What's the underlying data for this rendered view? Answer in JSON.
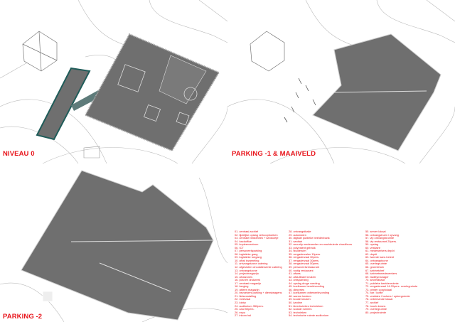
{
  "panels": [
    {
      "title": "NIVEAU 0"
    },
    {
      "title": "PARKING -1 & MAAIVELD"
    },
    {
      "title": "PARKING -2"
    }
  ],
  "colors": {
    "label": "#e8141b",
    "floor": "#6f6f6f",
    "line": "#b5b5b5",
    "wing": "#1f5c59"
  },
  "legend": {
    "col1": [
      "01. centraal archief",
      "02. tijdelijke opslag verkoopboeken",
      "03. centrale bibliotheek + kantoortje",
      "04. backoffice",
      "05. kopieercentrum",
      "06. ICT",
      "07. personeelsparking",
      "08. logistieke gang",
      "09. logistieke toegang",
      "10. afval inzameling",
      "11. ontvangstzone catering",
      "12. afgesloten circulatieruimte catering",
      "13. ontvangstzone",
      "14. projectmagazijn",
      "15. afvalzones",
      "16. post en drukwerk",
      "17. centraal magazijn",
      "18. berging",
      "19. uitleen magazijn",
      "20. bezoekers parking + dienstwagens",
      "21. fietsenstalling",
      "22. meetzaal",
      "23. lobby",
      "24. auditorium 350pers.",
      "25. zaal 50pers.",
      "26. expo",
      "27. inkom hal"
    ],
    "col2": [
      "28. ontvangstbalie",
      "29. automaten",
      "30. digitale publieke beeldenbank",
      "31. sanitair",
      "32. security medewerker en wachtruimte chauffeurs",
      "33. polyvalent gebruik",
      "34. studieruim",
      "35. vergaderzalen 10pers.",
      "36. vergaderzaal 30pers.",
      "37. vergaderzaal 30pers.",
      "38. vergaderzaal 50pers.",
      "39. personeelsrestaurant",
      "40. rustig restaurant",
      "41. afwas",
      "42. afsluitbare keuken",
      "43. ontspanning",
      "44. opslag droge voeding",
      "45. koelkamer bereidvoeding",
      "46. diepvries",
      "47. koelkamer onbewerktvoeding",
      "48. warme keuken",
      "49. koude keuken",
      "50. kantine",
      "51. kleedruimtes technieken",
      "52. sociale ruimtes",
      "53. technieken",
      "54. technische ruimte auditorium"
    ],
    "col3": [
      "55. server lokaal",
      "56. ontvangstruim / opvang",
      "57. vip ontvangstruimte",
      "58. vip restaurant 20pers.",
      "59. opslag",
      "60. vestiaire",
      "61. medewerkers depôt",
      "62. depôt",
      "63. tweede kans beleid",
      "64. ontvangstzone",
      "65. overlegruimte",
      "66. groentetuin",
      "67. kabinetchef",
      "68. kabinetsmedewerkers",
      "69. facilitymanager",
      "70. secretariaat",
      "71. publieke beeldenruimte",
      "72. vergaderzaal 14-20pers. overlegruimte",
      "73. printer copylokaal",
      "74. bar / koffie",
      "75. vestiaire / lockers / opbergruimte",
      "76. onbemande lokaal",
      "77. archief",
      "78. touch downs",
      "79. overlegruimte",
      "80. projectruimte"
    ]
  }
}
